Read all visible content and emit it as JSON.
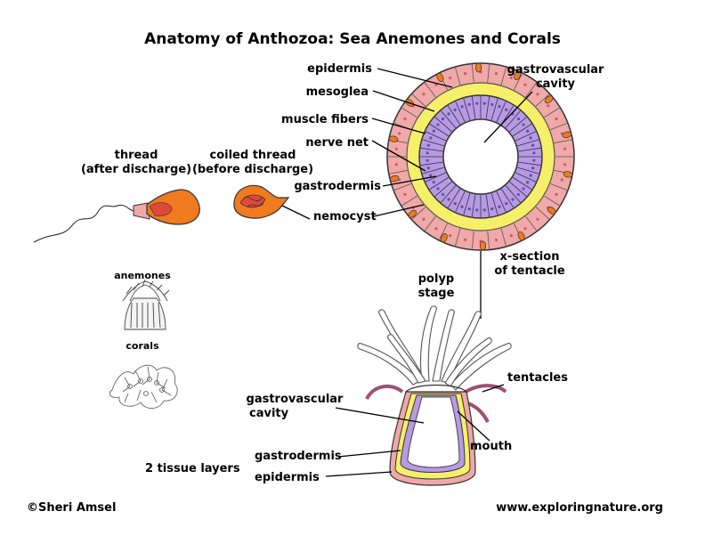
{
  "title": "Anatomy of Anthozoa: Sea Anemones and Corals",
  "labels": {
    "thread_l1": "thread",
    "thread_l2": "(after discharge)",
    "coiled_l1": "coiled thread",
    "coiled_l2": "(before discharge)",
    "nemocyst": "nemocyst",
    "epidermis_top": "epidermis",
    "mesoglea": "mesoglea",
    "muscle_fibers": "muscle fibers",
    "nerve_net": "nerve net",
    "gastrodermis_top": "gastrodermis",
    "gv_cavity_top_l1": "gastrovascular",
    "gv_cavity_top_l2": "cavity",
    "xsection_l1": "x-section",
    "xsection_l2": "of tentacle",
    "polyp_l1": "polyp",
    "polyp_l2": "stage",
    "tentacles": "tentacles",
    "gv_cavity_bot_l1": "gastrovascular",
    "gv_cavity_bot_l2": "cavity",
    "mouth": "mouth",
    "gastrodermis_bot": "gastrodermis",
    "epidermis_bot": "epidermis",
    "tissue_layers": "2 tissue layers",
    "anemones": "anemones",
    "corals": "corals"
  },
  "footer": {
    "copyright": "©Sheri Amsel",
    "website": "www.exploringnature.org"
  },
  "colors": {
    "epidermis_pink": "#f0a8a8",
    "mesoglea_yellow": "#f6ef6a",
    "gastrodermis_purple": "#b79ae6",
    "nemocyst_orange": "#f07a1e",
    "thread_red": "#e0483a"
  }
}
